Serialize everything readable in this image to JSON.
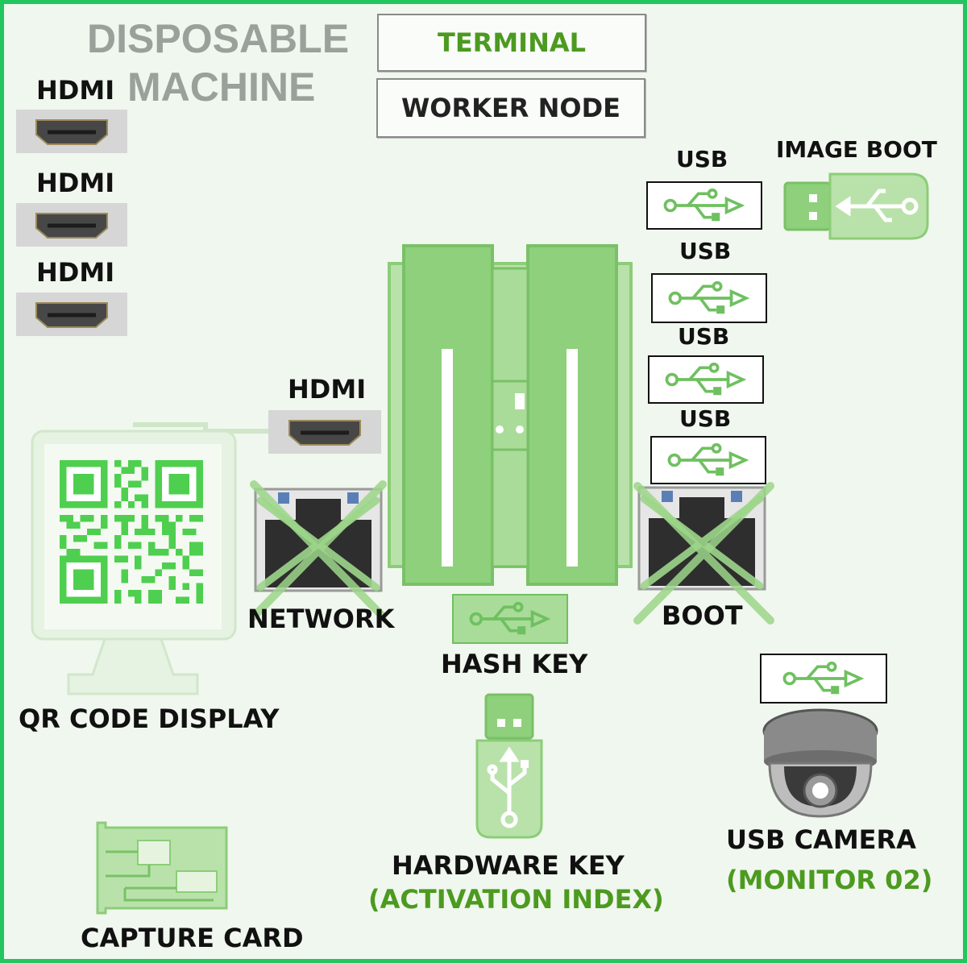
{
  "title": {
    "line1": "DISPOSABLE",
    "line2": "MACHINE"
  },
  "buttons": {
    "terminal": "TERMINAL",
    "worker_node": "WORKER NODE"
  },
  "hdmi_left": [
    "HDMI",
    "HDMI",
    "HDMI"
  ],
  "hdmi_center": "HDMI",
  "usb_ports": [
    "USB",
    "USB",
    "USB",
    "USB"
  ],
  "image_boot": "IMAGE BOOT",
  "network": "NETWORK",
  "boot": "BOOT",
  "hash_key": "HASH KEY",
  "qr_display": "QR CODE DISPLAY",
  "hardware_key": {
    "line1": "HARDWARE KEY",
    "line2": "(ACTIVATION INDEX)"
  },
  "usb_camera": {
    "line1": "USB CAMERA",
    "line2": "(MONITOR 02)"
  },
  "capture_card": "CAPTURE CARD",
  "colors": {
    "green_text": "#4c9a20",
    "accent": "#22c55e",
    "light_green": "#9dd68a",
    "mid_green": "#6fc060"
  },
  "icons": [
    "hdmi-port-icon",
    "usb-symbol-icon",
    "usb-stick-icon",
    "ethernet-port-icon",
    "cross-icon",
    "server-tower-icon",
    "monitor-icon",
    "qr-code-icon",
    "dome-camera-icon",
    "capture-card-icon"
  ]
}
